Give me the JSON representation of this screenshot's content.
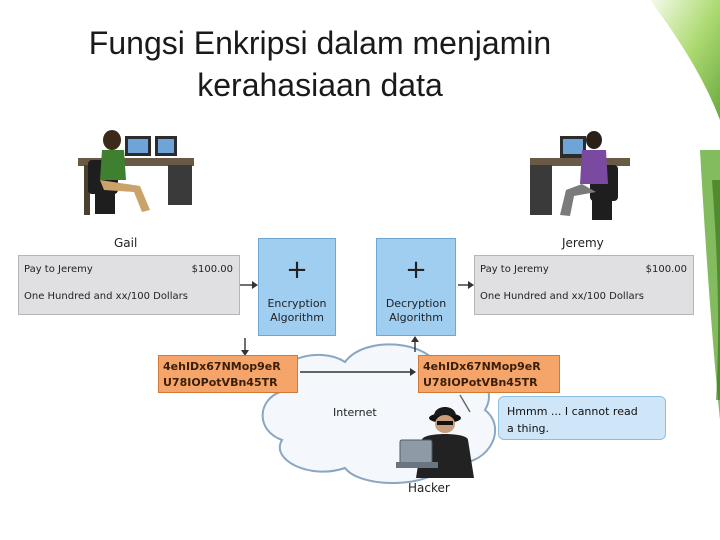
{
  "title": {
    "line1": "Fungsi Enkripsi dalam menjamin",
    "line2": "kerahasiaan data"
  },
  "people": {
    "sender": "Gail",
    "receiver": "Jeremy",
    "attacker": "Hacker"
  },
  "plain_message": {
    "payee": "Pay to Jeremy",
    "amount": "$100.00",
    "words": "One Hundred and xx/100 Dollars"
  },
  "encryption": {
    "line1": "Encryption",
    "line2": "Algorithm"
  },
  "decryption": {
    "line1": "Decryption",
    "line2": "Algorithm"
  },
  "ciphertext": {
    "line1": "4ehIDx67NMop9eR",
    "line2": "U78IOPotVBn45TR"
  },
  "network_label": "Internet",
  "hacker_thought": {
    "line1": "Hmmm ... I cannot read",
    "line2": "a thing."
  },
  "colors": {
    "plain_box": "#e0e0e2",
    "algorithm_box": "#9fcef1",
    "cipher_box": "#f5a56a",
    "thought_bubble": "#cfe6f8",
    "accent_green": "#7cc242"
  },
  "icons": [
    "key-icon",
    "computer-workstation-icon",
    "laptop-icon",
    "cloud-icon"
  ]
}
